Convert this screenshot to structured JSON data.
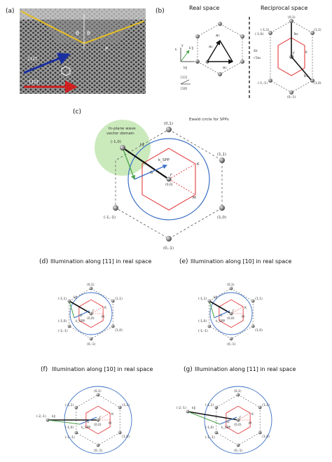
{
  "panels": {
    "a": {
      "label": "(a)",
      "angle1": "θ",
      "angle2": "θ",
      "p": "P",
      "dir11": "[11]",
      "dir10": "[10]"
    },
    "b": {
      "label": "(b)",
      "real_title": "Real space",
      "recip_title": "Reciprocal space",
      "a0": "a₀",
      "a1": "a₁",
      "a2": "a₂",
      "k_parallel": "k∥",
      "k_prime": "k′∥",
      "x": "x",
      "y": "y",
      "k": "k",
      "dir11": "[11]",
      "dir10": "[10]",
      "b1": "b₁",
      "b2": "b₂",
      "gamma": "Γ",
      "K": "K",
      "scale_num": "4π",
      "scale_den": "√3a₀",
      "points": [
        "(0,1)",
        "(-1,1)",
        "(1,1)",
        "(-1,0)",
        "(1,0)",
        "(-1,-1)",
        "(0,-1)"
      ]
    },
    "c": {
      "label": "(c)",
      "inplane": "In-plane wave",
      "inplane2": "vector domain",
      "ewald": "Ewald circle for SPPs",
      "k_par": "k∥",
      "k_spp": "k_SPP",
      "G": "G",
      "gamma": "Γ",
      "K": "K",
      "M": "M",
      "origin": "(0,0)",
      "points": [
        "(0,1)",
        "(-1,0)",
        "(1,1)",
        "(-1,-1)",
        "(1,0)",
        "(0,-1)"
      ]
    },
    "d": {
      "label": "(d)",
      "title": "Illumination along [11] in real space"
    },
    "e": {
      "label": "(e)",
      "title": "Illumination along [10] in real space"
    },
    "f": {
      "label": "(f)",
      "title": "Illumination along [10] in real space",
      "extra_point": "(-2,-1)"
    },
    "g": {
      "label": "(g)",
      "title": "Illumination along [11] in real space",
      "extra_point": "(-2,-1)"
    },
    "small_labels": {
      "origin": "(0,0)",
      "G": "G",
      "gamma": "Γ",
      "K": "K",
      "M": "M",
      "k_spp": "k_SPP",
      "k_par": "k∥",
      "points": [
        "(0,1)",
        "(-1,1)",
        "(1,1)",
        "(-1,0)",
        "(1,0)",
        "(-1,-1)",
        "(0,-1)"
      ]
    }
  },
  "colors": {
    "hex": "#555555",
    "red": "#e0282a",
    "blue": "#3a6fc4",
    "green": "#4aa34a",
    "dot": "#777777",
    "yellow": "#e8c020"
  }
}
